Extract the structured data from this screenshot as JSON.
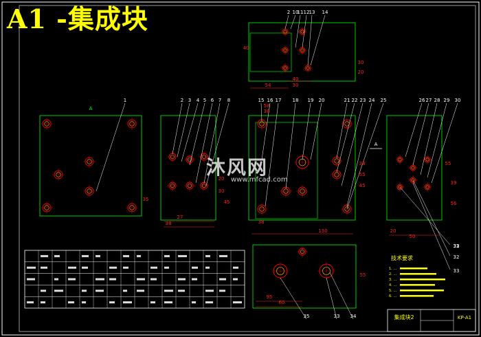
{
  "title": "A1 -集成块",
  "watermark": {
    "brand": "沐风网",
    "url": "www.mfcad.com"
  },
  "balloons_top": [
    "2",
    "10",
    "11",
    "12",
    "13",
    "14"
  ],
  "balloons_v1": [
    "1"
  ],
  "balloons_v2": [
    "2",
    "3",
    "4",
    "5",
    "6",
    "7",
    "8"
  ],
  "balloons_v3": [
    "15",
    "16",
    "17",
    "18",
    "19",
    "20",
    "21",
    "22",
    "23",
    "24",
    "25"
  ],
  "balloons_v4": [
    "26",
    "27",
    "28",
    "29",
    "30"
  ],
  "balloons_side_right": [
    "31",
    "32",
    "33"
  ],
  "balloons_bottom": [
    "35",
    "33",
    "34"
  ],
  "section_labels": {
    "a": "A",
    "a_arrow": "A"
  },
  "dims_top": [
    "40",
    "30",
    "20",
    "54",
    "30",
    "40"
  ],
  "dims_v1": [
    "35"
  ],
  "dims_v2": [
    "27",
    "38",
    "20",
    "30",
    "45"
  ],
  "dims_v3": [
    "38",
    "58",
    "130",
    "38",
    "55",
    "45",
    "38"
  ],
  "dims_v4": [
    "20",
    "50",
    "55",
    "39",
    "56"
  ],
  "dims_bottom": [
    "95",
    "60",
    "55"
  ],
  "tech_req": {
    "heading": "技术要求",
    "lines": [
      "1. …",
      "2. …",
      "3. …",
      "4. …",
      "5. …",
      "6. …"
    ]
  },
  "title_block": {
    "name": "集成块2",
    "drawing_no": "KP-A1"
  },
  "table_rows": 5,
  "colors": {
    "bg": "#000000",
    "outline": "#00ff00",
    "hole": "#ff0000",
    "dim": "#ff2020",
    "balloon": "#ffffff",
    "table": "#ffffff",
    "text": "#ffff00",
    "title": "#ffff00"
  }
}
